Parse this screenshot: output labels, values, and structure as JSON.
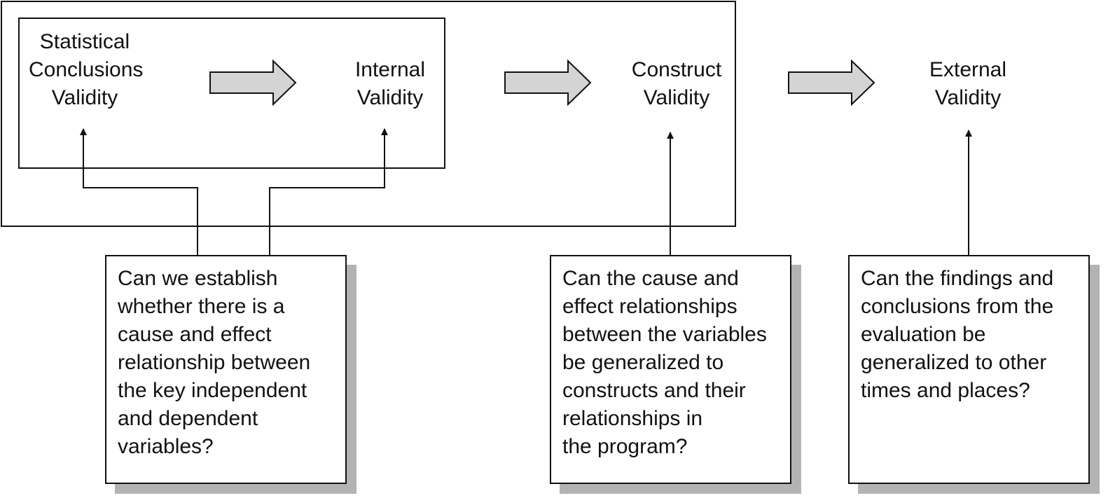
{
  "concepts": {
    "statistical": [
      "Statistical",
      "Conclusions",
      "Validity"
    ],
    "internal": [
      "Internal",
      "Validity"
    ],
    "construct": [
      "Construct",
      "Validity"
    ],
    "external": [
      "External",
      "Validity"
    ]
  },
  "questions": {
    "q1": [
      "Can we establish",
      "whether there is a",
      "cause and effect",
      "relationship between",
      "the key independent",
      "and dependent",
      "variables?"
    ],
    "q2": [
      "Can the cause and",
      "effect relationships",
      "between the variables",
      "be generalized to",
      "constructs and their",
      "relationships in",
      "the program?"
    ],
    "q3": [
      "Can the findings and",
      "conclusions from the",
      "evaluation be",
      "generalized to other",
      "times and places?"
    ]
  },
  "colors": {
    "arrow_fill": "#d4d4d4",
    "shadow": "#b3b3b3",
    "stroke": "#111111"
  }
}
